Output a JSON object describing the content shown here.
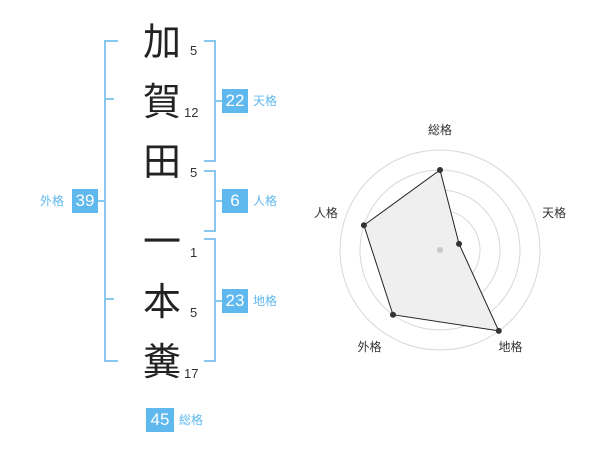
{
  "name": {
    "chars": [
      {
        "char": "加",
        "strokes": "5"
      },
      {
        "char": "賀",
        "strokes": "12"
      },
      {
        "char": "田",
        "strokes": "5"
      },
      {
        "char": "一",
        "strokes": "1"
      },
      {
        "char": "本",
        "strokes": "5"
      },
      {
        "char": "糞",
        "strokes": "17"
      }
    ]
  },
  "fortunes": {
    "tenkaku": {
      "value": "22",
      "label": "天格"
    },
    "jinkaku": {
      "value": "6",
      "label": "人格"
    },
    "chikaku": {
      "value": "23",
      "label": "地格"
    },
    "gaikaku": {
      "value": "39",
      "label": "外格"
    },
    "soukaku": {
      "value": "45",
      "label": "総格"
    }
  },
  "colors": {
    "accent": "#5fb8ee",
    "bracket": "#88c8f0"
  },
  "chart_data": {
    "type": "radar",
    "axes": [
      "総格",
      "天格",
      "地格",
      "外格",
      "人格"
    ],
    "values": [
      4,
      1,
      5,
      4,
      4
    ],
    "rmax": 5
  }
}
